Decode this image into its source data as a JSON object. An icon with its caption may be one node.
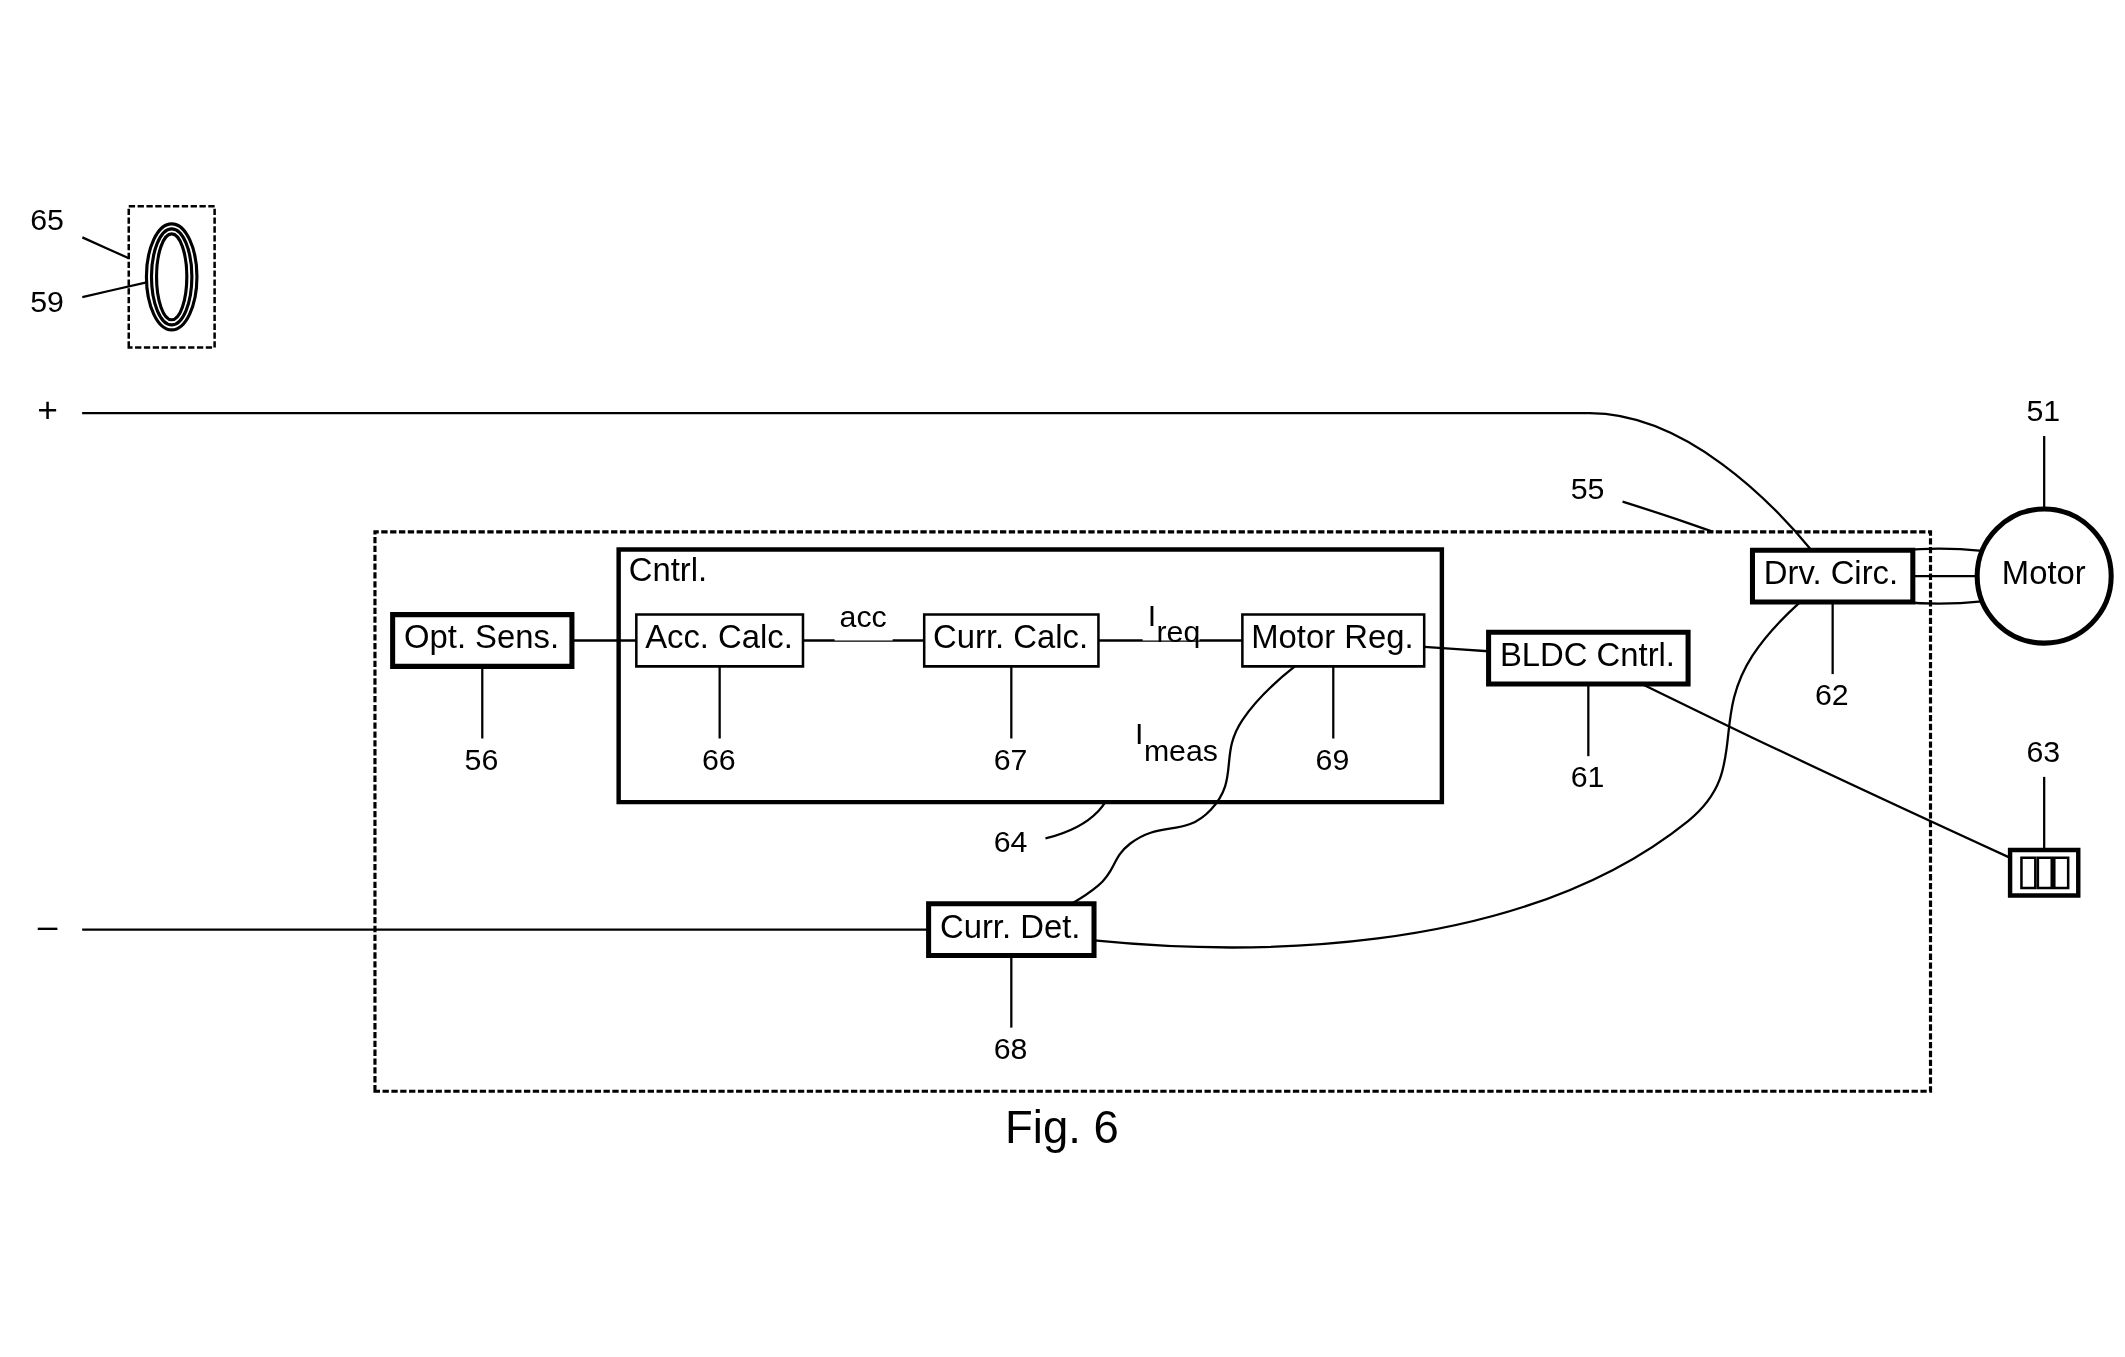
{
  "diagram": {
    "caption": "Fig. 6",
    "nodes": [
      {
        "text": [
          "55"
        ]
      },
      {
        "text": [],
        "shape": "box"
      },
      {
        "text": [
          "+"
        ]
      },
      {
        "text": [
          "65"
        ]
      },
      {
        "text": [],
        "shape": "box"
      },
      {
        "text": [],
        "shape": "ring",
        "in": 4
      },
      {
        "text": [
          "Opt. Sens."
        ],
        "in": 1
      },
      {
        "text": [
          "Cntrl."
        ],
        "in": 1
      },
      {
        "text": [
          "66"
        ],
        "in": 7
      },
      {
        "text": [
          "Acc. Calc."
        ],
        "in": 7
      },
      {
        "text": [
          "67"
        ],
        "in": 7
      },
      {
        "text": [
          "Curr. Calc."
        ],
        "in": 7
      },
      {
        "text": [
          "69"
        ],
        "in": 7
      },
      {
        "text": [
          "Motor Reg."
        ],
        "in": 7
      },
      {
        "text": [
          "64"
        ],
        "in": 1
      },
      {
        "text": [
          "BLDC Cntrl."
        ],
        "in": 1
      },
      {
        "text": [
          "Drv. Circ."
        ],
        "in": 1
      },
      {
        "text": [
          "63"
        ]
      },
      {
        "text": [],
        "shape": "box"
      },
      {
        "text": [
          "Motor"
        ]
      },
      {
        "text": [
          "59"
        ]
      },
      {
        "text": [
          "56"
        ],
        "in": 1
      },
      {
        "text": [
          "61"
        ],
        "in": 1
      },
      {
        "text": [
          "62"
        ],
        "in": 1
      },
      {
        "text": [
          "51"
        ]
      },
      {
        "text": [
          "–"
        ]
      },
      {
        "text": [
          "Curr. Det."
        ],
        "in": 1
      },
      {
        "text": [
          "68"
        ],
        "in": 1
      }
    ],
    "edges": [
      {
        "from": 2,
        "to": 16,
        "arrow": "none"
      },
      {
        "from": 6,
        "to": 9,
        "arrow": "none"
      },
      {
        "from": 9,
        "to": 11,
        "arrow": "none",
        "label": "acc"
      },
      {
        "from": 11,
        "to": 13,
        "arrow": "none",
        "label": "I$_{req}$"
      },
      {
        "from": 26,
        "to": 13,
        "arrow": "none",
        "label": "I$_{meas}$"
      },
      {
        "from": 13,
        "to": 15,
        "arrow": "none"
      },
      {
        "from": 15,
        "to": 18,
        "arrow": "none"
      },
      {
        "from": 16,
        "to": 19,
        "arrow": "none"
      },
      {
        "from": 16,
        "to": 19,
        "arrow": "none"
      },
      {
        "from": 16,
        "to": 19,
        "arrow": "none"
      },
      {
        "from": 25,
        "to": 26,
        "arrow": "none"
      },
      {
        "from": 26,
        "to": 16,
        "arrow": "none"
      },
      {
        "from": 0,
        "to": 1,
        "arrow": "none"
      },
      {
        "from": 3,
        "to": 4,
        "arrow": "none"
      },
      {
        "from": 14,
        "to": 7,
        "arrow": "none"
      },
      {
        "from": 8,
        "to": 9,
        "arrow": "none"
      },
      {
        "from": 10,
        "to": 11,
        "arrow": "none"
      },
      {
        "from": 12,
        "to": 13,
        "arrow": "none"
      },
      {
        "from": 17,
        "to": 18,
        "arrow": "none"
      },
      {
        "from": 20,
        "to": 5,
        "arrow": "none"
      },
      {
        "from": 21,
        "to": 6,
        "arrow": "none"
      },
      {
        "from": 22,
        "to": 15,
        "arrow": "none"
      },
      {
        "from": 23,
        "to": 16,
        "arrow": "none"
      },
      {
        "from": 24,
        "to": 19,
        "arrow": "none"
      },
      {
        "from": 27,
        "to": 26,
        "arrow": "none"
      }
    ]
  }
}
